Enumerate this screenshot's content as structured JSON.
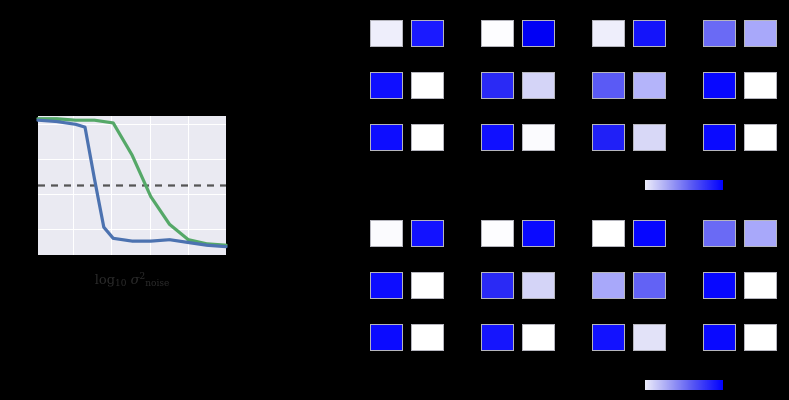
{
  "figure": {
    "background_color": "#000000",
    "panels": [
      "line-plot",
      "heatmap-grid-top",
      "heatmap-grid-bottom"
    ]
  },
  "line_plot": {
    "xlabel_prefix": "log",
    "xlabel_sub": "10",
    "xlabel_symbol": "σ",
    "xlabel_sup": "2",
    "xlabel_subscript": "noise",
    "axes_facecolor": "#eaeaf2",
    "gridline_color": "#ffffff",
    "threshold_line_color": "#555555",
    "threshold_line_style": "dashed"
  },
  "chart_data": {
    "type": "line",
    "title": "",
    "xlabel": "log10 sigma^2_noise",
    "ylabel": "",
    "xlim": [
      -3.0,
      2.0
    ],
    "ylim": [
      0.0,
      1.0
    ],
    "grid": true,
    "legend": "none",
    "annotations": [
      {
        "type": "hline",
        "y": 0.5,
        "style": "dashed",
        "color": "#555555"
      }
    ],
    "x": [
      -3.0,
      -2.5,
      -2.0,
      -1.75,
      -1.5,
      -1.25,
      -1.0,
      -0.5,
      0.0,
      0.5,
      1.0,
      1.5,
      2.0
    ],
    "series": [
      {
        "name": "blue-curve",
        "color": "#4c72b0",
        "values": [
          0.97,
          0.96,
          0.94,
          0.92,
          0.55,
          0.2,
          0.12,
          0.1,
          0.1,
          0.11,
          0.09,
          0.07,
          0.06
        ]
      },
      {
        "name": "green-curve",
        "color": "#55a868",
        "values": [
          0.98,
          0.98,
          0.97,
          0.97,
          0.97,
          0.96,
          0.95,
          0.72,
          0.42,
          0.22,
          0.11,
          0.08,
          0.07
        ]
      }
    ]
  },
  "heatmaps": [
    {
      "name": "heatmap-grid-top",
      "rows": 3,
      "cols": 2,
      "groups": 4,
      "colormap": "light-lavender-to-blue",
      "colorbar": {
        "orientation": "horizontal",
        "gradient_from": "#ededfb",
        "gradient_to": "#0000ff"
      },
      "cells": [
        [
          [
            "#eeeefb",
            "#1a1aff"
          ],
          [
            "#fdfdff",
            "#0000f5"
          ],
          [
            "#eeeefb",
            "#1414fa"
          ],
          [
            "#6a6af5",
            "#a8a8fa"
          ]
        ],
        [
          [
            "#0f0fff",
            "#ffffff"
          ],
          [
            "#2a2af5",
            "#d4d4f7"
          ],
          [
            "#5a5af5",
            "#b4b4fa"
          ],
          [
            "#0808ff",
            "#ffffff"
          ]
        ],
        [
          [
            "#0d0dff",
            "#ffffff"
          ],
          [
            "#1010ff",
            "#fbfbfe"
          ],
          [
            "#2020f7",
            "#d8d8f7"
          ],
          [
            "#0a0aff",
            "#ffffff"
          ]
        ]
      ]
    },
    {
      "name": "heatmap-grid-bottom",
      "rows": 3,
      "cols": 2,
      "groups": 4,
      "colormap": "light-lavender-to-blue",
      "colorbar": {
        "orientation": "horizontal",
        "gradient_from": "#ededfb",
        "gradient_to": "#0000ff"
      },
      "cells": [
        [
          [
            "#fbfbfe",
            "#1212ff"
          ],
          [
            "#fdfdff",
            "#0a0aff"
          ],
          [
            "#ffffff",
            "#0606ff"
          ],
          [
            "#6a6af5",
            "#a8a8fa"
          ]
        ],
        [
          [
            "#0d0dff",
            "#ffffff"
          ],
          [
            "#2a2af5",
            "#d4d4f7"
          ],
          [
            "#a8a8fa",
            "#6262f5"
          ],
          [
            "#0808ff",
            "#ffffff"
          ]
        ],
        [
          [
            "#0b0bff",
            "#ffffff"
          ],
          [
            "#1515fd",
            "#ffffff"
          ],
          [
            "#1212ff",
            "#e2e2f8"
          ],
          [
            "#0909ff",
            "#ffffff"
          ]
        ]
      ]
    }
  ]
}
